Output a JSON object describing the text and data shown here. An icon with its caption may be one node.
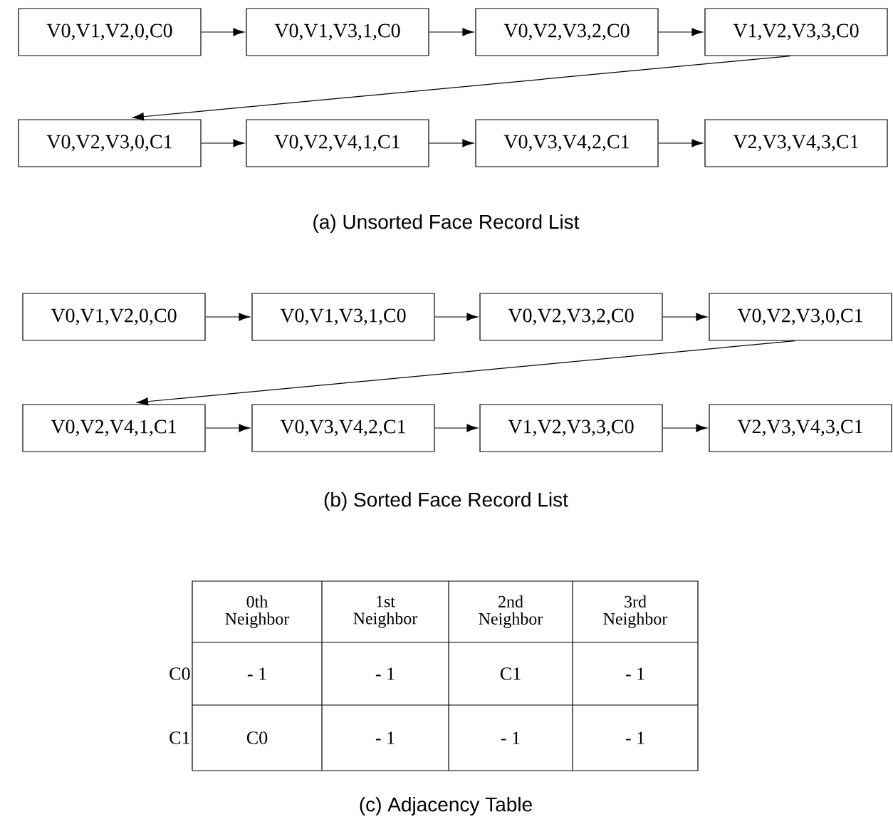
{
  "diagram": {
    "nodes": [
      {
        "text": [
          "V0,V1,V2,0,C0"
        ]
      },
      {
        "text": [
          "V0,V1,V3,1,C0"
        ]
      },
      {
        "text": [
          "V0,V2,V3,2,C0"
        ]
      },
      {
        "text": [
          "V1,V2,V3,3,C0"
        ]
      },
      {
        "text": [
          "V0,V2,V3,0,C1"
        ]
      },
      {
        "text": [
          "V0,V2,V4,1,C1"
        ]
      },
      {
        "text": [
          "V0,V3,V4,2,C1"
        ]
      },
      {
        "text": [
          "V2,V3,V4,3,C1"
        ]
      },
      {
        "text": [
          "V0,V1,V2,0,C0"
        ]
      },
      {
        "text": [
          "V0,V1,V3,1,C0"
        ]
      },
      {
        "text": [
          "V0,V2,V3,2,C0"
        ]
      },
      {
        "text": [
          "V0,V2,V3,0,C1"
        ]
      },
      {
        "text": [
          "V0,V2,V4,1,C1"
        ]
      },
      {
        "text": [
          "V0,V3,V4,2,C1"
        ]
      },
      {
        "text": [
          "V1,V2,V3,3,C0"
        ]
      },
      {
        "text": [
          "V2,V3,V4,3,C1"
        ]
      }
    ],
    "edges": [
      {
        "from": 0,
        "to": 1,
        "arrow": "to"
      },
      {
        "from": 1,
        "to": 2,
        "arrow": "to"
      },
      {
        "from": 2,
        "to": 3,
        "arrow": "to"
      },
      {
        "from": 3,
        "to": 4,
        "arrow": "to"
      },
      {
        "from": 4,
        "to": 5,
        "arrow": "to"
      },
      {
        "from": 5,
        "to": 6,
        "arrow": "to"
      },
      {
        "from": 6,
        "to": 7,
        "arrow": "to"
      },
      {
        "from": 8,
        "to": 9,
        "arrow": "to"
      },
      {
        "from": 9,
        "to": 10,
        "arrow": "to"
      },
      {
        "from": 10,
        "to": 11,
        "arrow": "to"
      },
      {
        "from": 11,
        "to": 12,
        "arrow": "to"
      },
      {
        "from": 12,
        "to": 13,
        "arrow": "to"
      },
      {
        "from": 13,
        "to": 14,
        "arrow": "to"
      },
      {
        "from": 14,
        "to": 15,
        "arrow": "to"
      }
    ],
    "labels": [
      "(a) Unsorted Face Record List",
      "(b) Sorted Face Record List",
      "0th Neighbor",
      "1st Neighbor",
      "2nd Neighbor",
      "3rd Neighbor",
      "C0",
      "- 1",
      "- 1",
      "C1",
      "- 1",
      "C1",
      "C0",
      "- 1",
      "- 1",
      "- 1",
      "(c) Adjacency Table"
    ]
  }
}
